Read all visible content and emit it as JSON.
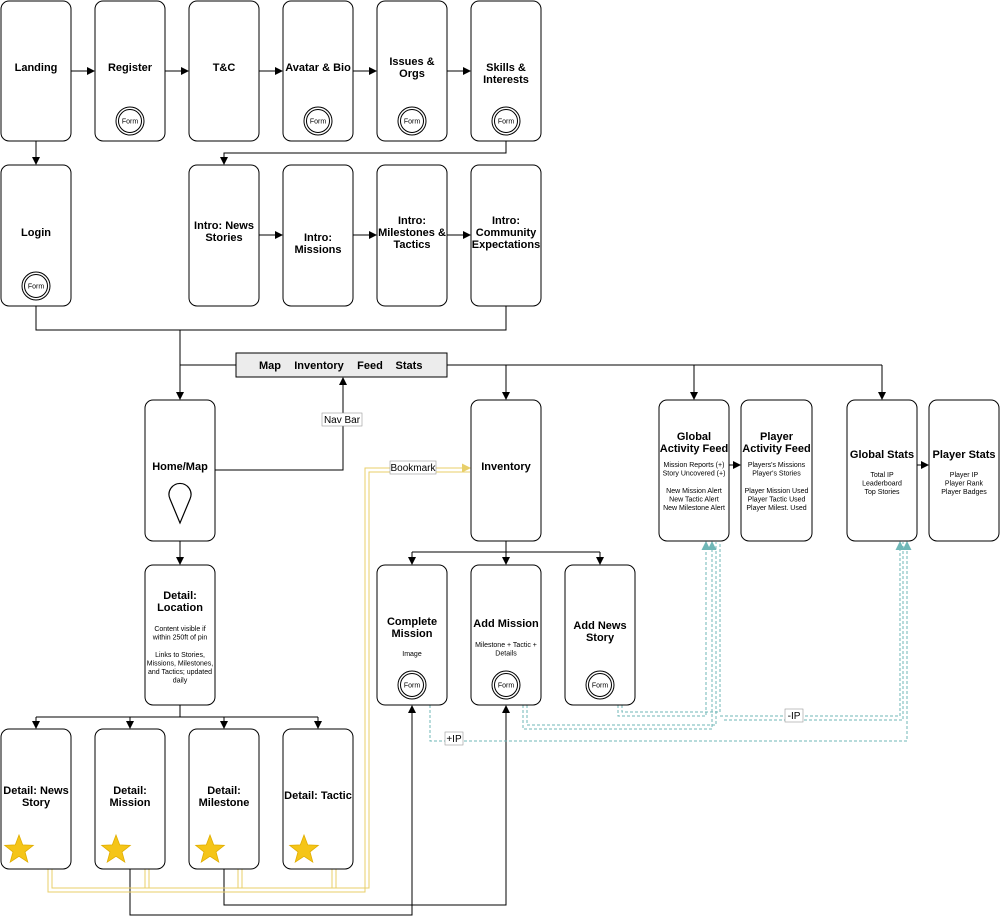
{
  "screens": [
    {
      "id": "landing",
      "title": [
        "Landing"
      ]
    },
    {
      "id": "register",
      "title": [
        "Register"
      ],
      "form": true
    },
    {
      "id": "tc",
      "title": [
        "T&C"
      ]
    },
    {
      "id": "avatar",
      "title": [
        "Avatar & Bio"
      ],
      "form": true
    },
    {
      "id": "issues",
      "title": [
        "Issues &",
        "Orgs"
      ],
      "form": true
    },
    {
      "id": "skills",
      "title": [
        "Skills &",
        "Interests"
      ],
      "form": true
    },
    {
      "id": "login",
      "title": [
        "Login"
      ],
      "form": true
    },
    {
      "id": "intro-news",
      "title": [
        "Intro: News",
        "Stories"
      ]
    },
    {
      "id": "intro-missions",
      "title": [
        "Intro:",
        "Missions"
      ]
    },
    {
      "id": "intro-milestones",
      "title": [
        "Intro:",
        "Milestones &",
        "Tactics"
      ]
    },
    {
      "id": "intro-community",
      "title": [
        "Intro:",
        "Community",
        "Expectations"
      ]
    },
    {
      "id": "home",
      "title": [
        "Home/Map"
      ],
      "pin": true
    },
    {
      "id": "inventory",
      "title": [
        "Inventory"
      ]
    },
    {
      "id": "global-feed",
      "title": [
        "Global",
        "Activity Feed"
      ],
      "details": [
        "Mission Reports (+)",
        "Story Uncovered (+)",
        "",
        "New Mission Alert",
        "New Tactic Alert",
        "New Milestone Alert"
      ]
    },
    {
      "id": "player-feed",
      "title": [
        "Player",
        "Activity Feed"
      ],
      "details": [
        "Players's Missions",
        "Player's Stories",
        "",
        "Player Mission Used",
        "Player Tactic Used",
        "Player Milest. Used"
      ]
    },
    {
      "id": "global-stats",
      "title": [
        "Global Stats"
      ],
      "details": [
        "Total IP",
        "Leaderboard",
        "Top Stories"
      ]
    },
    {
      "id": "player-stats",
      "title": [
        "Player Stats"
      ],
      "details": [
        "Player IP",
        "Player Rank",
        "Player Badges"
      ]
    },
    {
      "id": "detail-location",
      "title": [
        "Detail:",
        "Location"
      ],
      "details": [
        "Content visible if",
        "within 250ft of pin",
        "",
        "Links to Stories,",
        "Missions, Milestones,",
        "and Tactics; updated",
        "daily"
      ]
    },
    {
      "id": "complete-mission",
      "title": [
        "Complete",
        "Mission"
      ],
      "details": [
        "Image"
      ],
      "form": true
    },
    {
      "id": "add-mission",
      "title": [
        "Add Mission"
      ],
      "details": [
        "Milestone + Tactic +",
        "Details"
      ],
      "form": true
    },
    {
      "id": "add-news",
      "title": [
        "Add News",
        "Story"
      ],
      "form": true
    },
    {
      "id": "detail-news",
      "title": [
        "Detail: News",
        "Story"
      ],
      "star": true
    },
    {
      "id": "detail-mission",
      "title": [
        "Detail:",
        "Mission"
      ],
      "star": true
    },
    {
      "id": "detail-milestone",
      "title": [
        "Detail:",
        "Milestone"
      ],
      "star": true
    },
    {
      "id": "detail-tactic",
      "title": [
        "Detail: Tactic"
      ],
      "star": true
    }
  ],
  "form_label": "Form",
  "navbar": {
    "items": [
      "Map",
      "Inventory",
      "Feed",
      "Stats"
    ]
  },
  "labels": {
    "nav_bar": "Nav Bar",
    "bookmark": "Bookmark",
    "minus_ip": "-IP",
    "plus_ip": "+IP"
  },
  "colors": {
    "star": "#f5c518",
    "bookmark_line": "#e8cf6a",
    "ip_line": "#6fb7b7",
    "navbar_bg": "#ececec"
  }
}
